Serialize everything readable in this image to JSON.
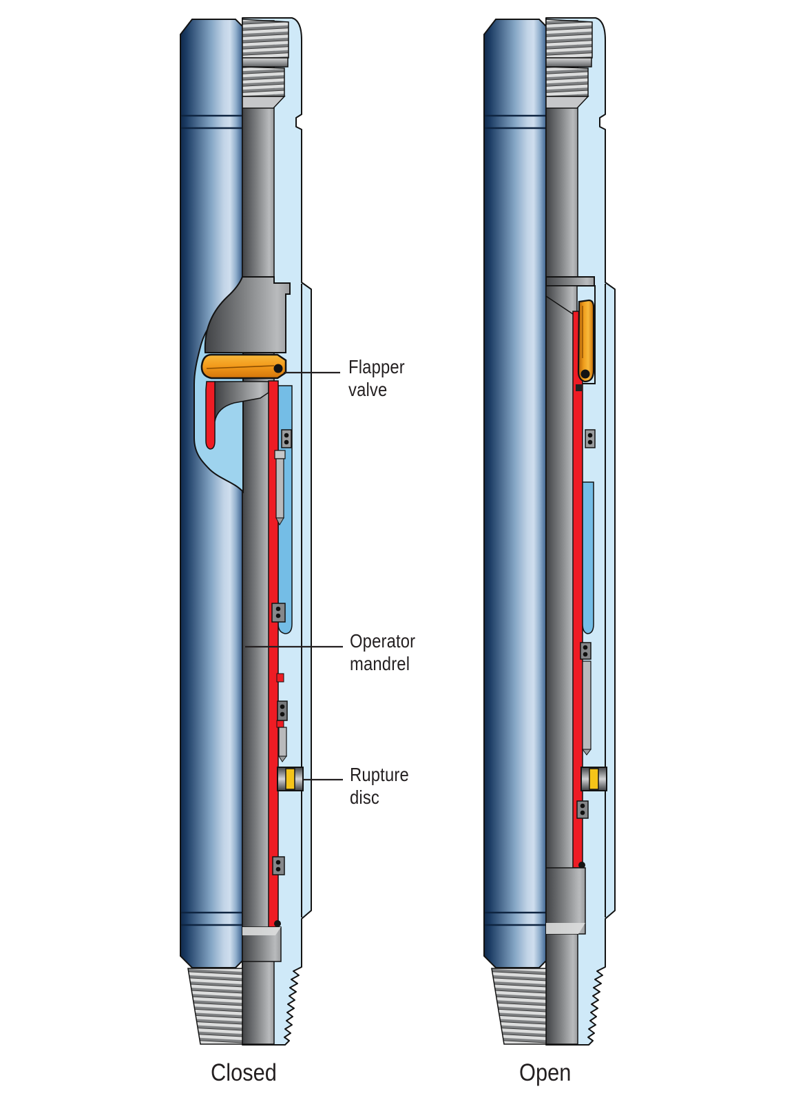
{
  "diagram": {
    "labels": {
      "flapper": {
        "line1": "Flapper",
        "line2": "valve"
      },
      "operator": {
        "line1": "Operator",
        "line2": "mandrel"
      },
      "rupture": {
        "line1": "Rupture",
        "line2": "disc"
      }
    },
    "captions": {
      "left": "Closed",
      "right": "Open"
    },
    "colors": {
      "body_blue_dark": "#142f52",
      "body_blue_light": "#cfdeee",
      "cutaway_pale_blue": "#cfe9f8",
      "chamber_blue": "#74bde6",
      "pocket_blue": "#9ed3ee",
      "steel_dark": "#404245",
      "steel_light": "#b9bbbd",
      "operator_mandrel_red": "#ee1c24",
      "flapper_orange": "#f2991a",
      "rupture_disc_yellow": "#f5c419",
      "outline_black": "#121212",
      "label_text": "#231f20"
    }
  }
}
